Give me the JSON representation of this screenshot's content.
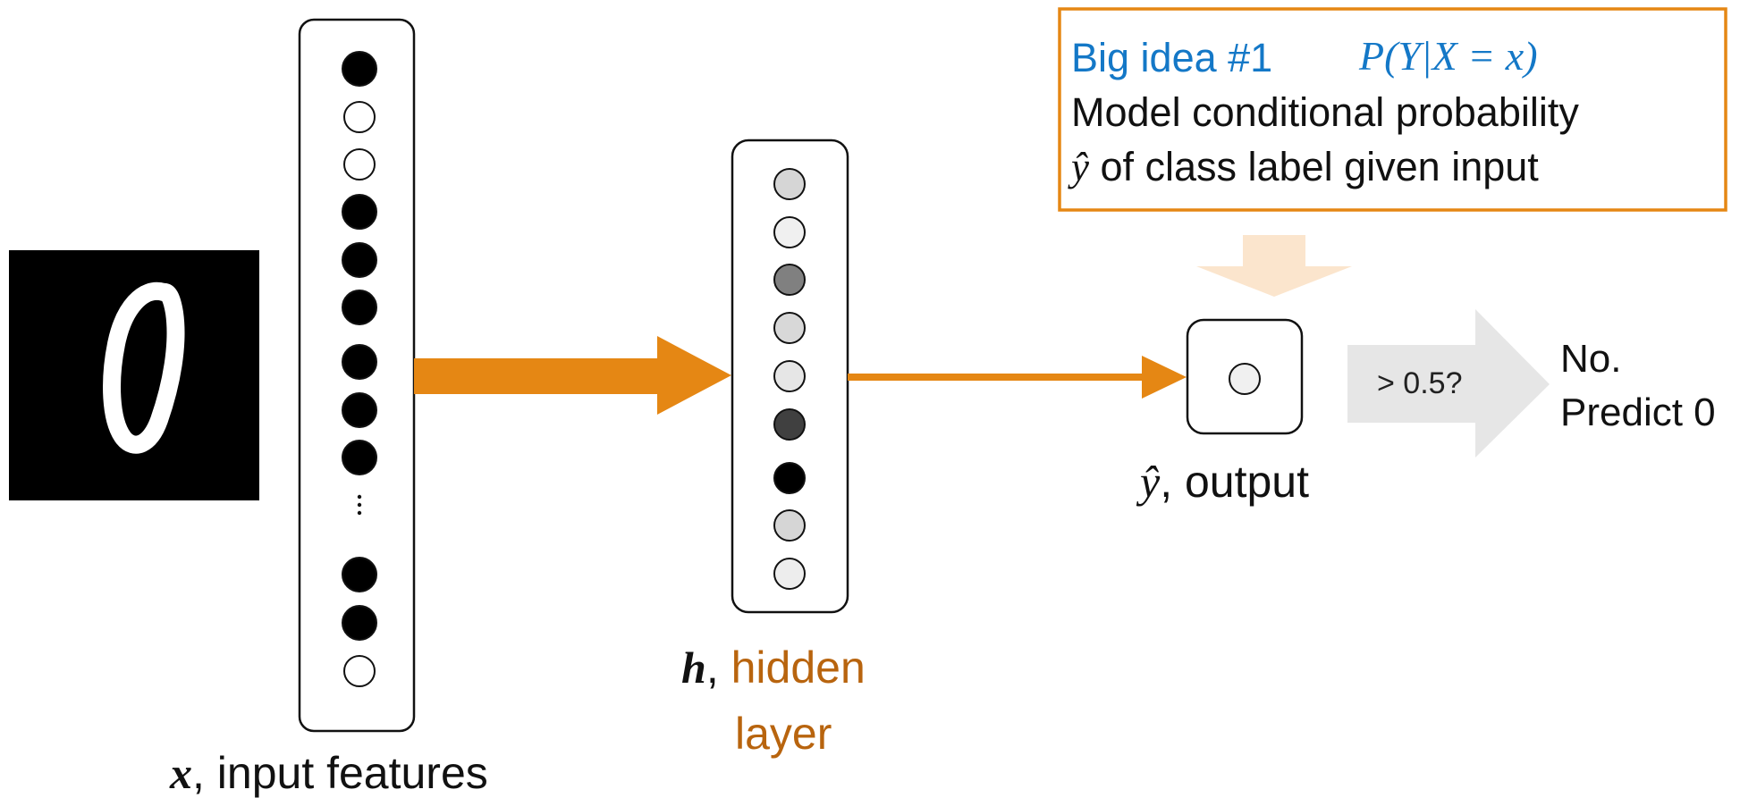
{
  "diagram": {
    "input_caption": {
      "var": "x",
      "text": ", input features"
    },
    "hidden_caption": {
      "var": "h",
      "comma": ",",
      "word1": "hidden",
      "word2": "layer"
    },
    "output_caption": {
      "var": "ŷ",
      "text": ", output"
    },
    "threshold_label": "> 0.5?",
    "prediction": {
      "line1": "No.",
      "line2": "Predict 0"
    },
    "big_idea": {
      "title": "Big idea #1",
      "formula": "P(Y|X = x)",
      "line1": "Model conditional probability",
      "line2_var": "ŷ",
      "line2_text": " of class label given input"
    },
    "digit_image": {
      "digit": "0"
    },
    "colors": {
      "arrow": "#e58714",
      "accent_blue": "#1478c7",
      "hidden_word": "#b8640e",
      "box_border": "#e58714",
      "light_arrow": "#fbe5cd",
      "threshold_arrow": "#e6e6e6"
    },
    "input_nodes": [
      "filled",
      "empty",
      "empty",
      "filled",
      "filled",
      "filled",
      "filled",
      "filled",
      "filled",
      "ellipsis",
      "filled",
      "filled",
      "empty"
    ],
    "hidden_nodes": [
      "#d6d6d6",
      "#f0f0f0",
      "#808080",
      "#d8d8d8",
      "#e6e6e6",
      "#404040",
      "#000000",
      "#d6d6d6",
      "#ededed"
    ],
    "output_node": "#f0f0f0"
  }
}
